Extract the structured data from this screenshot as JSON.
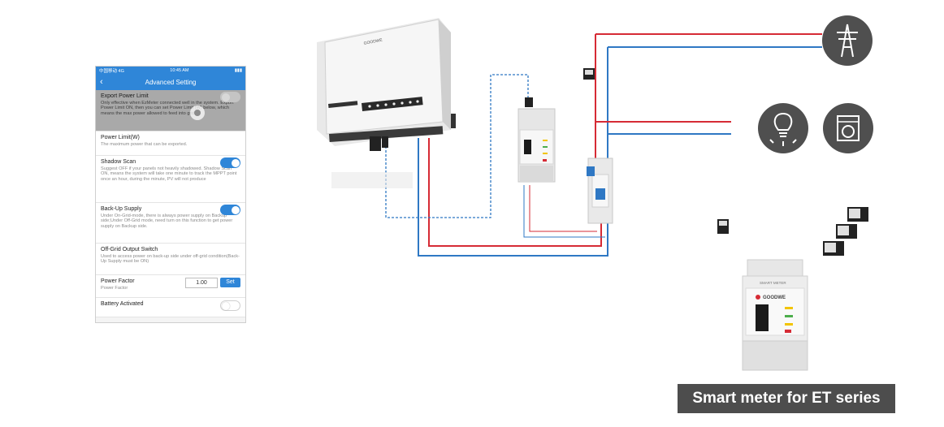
{
  "phone": {
    "status_left": "中国移动 4G",
    "status_time": "10:45 AM",
    "nav_title": "Advanced Setting",
    "back_icon": "chevron-left-icon",
    "sections": [
      {
        "title": "Export Power Limit",
        "desc": "Only effective when EzMeter connected well in the system. Export Power Limit ON, then you can set Power Limit (W) below, which means the max power allowed to feed into grid.",
        "control": "toggle-grey-off"
      },
      {
        "title": "Power Limit(W)",
        "desc": "The maximum power that can be exported."
      },
      {
        "title": "Shadow Scan",
        "desc": "Suggest OFF if your panels not heavily shadowed. Shadow Scan ON, means the system will take one minute to track the MPPT point once an hour, during the minute, PV will not produce",
        "control": "toggle-on"
      },
      {
        "title": "Back-Up Supply",
        "desc": "Under On-Grid-mode, there is always power supply on Backup side;Under Off-Grid mode, need turn on this function to get power supply on Backup side.",
        "control": "toggle-on"
      },
      {
        "title": "Off-Grid Output Switch",
        "desc": "Used to access power on back-up side under off-grid condition(Back-Up Supply must be ON)"
      },
      {
        "title": "Power Factor",
        "desc": "Power Factor",
        "value": "1.00",
        "button": "Set"
      },
      {
        "title": "Battery Activated",
        "control": "toggle-off"
      }
    ]
  },
  "diagram": {
    "inverter_brand": "GOODWE",
    "meter_brand": "GOODWE",
    "meter_tag": "SMART METER",
    "icons": [
      "grid-tower-icon",
      "light-bulb-icon",
      "washing-machine-icon"
    ],
    "colors": {
      "live": "#d62b35",
      "neutral": "#2f78c4",
      "comm": "#2f78c4",
      "icon_bg": "#4f4f4f"
    }
  },
  "caption": "Smart meter for ET series"
}
